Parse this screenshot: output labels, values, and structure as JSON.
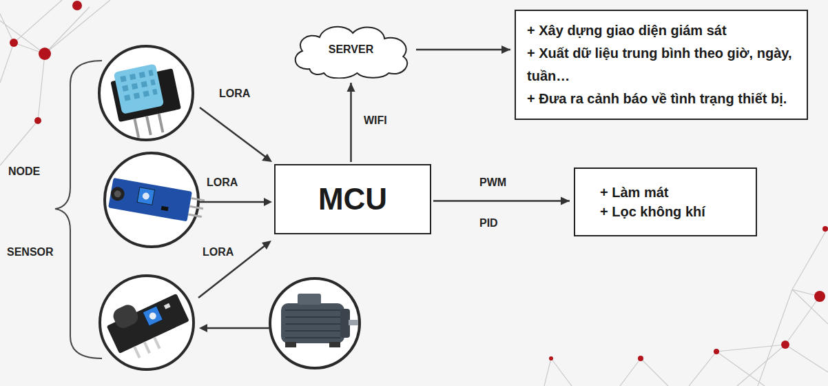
{
  "diagram": {
    "nodes": [
      {
        "text": [
          "SERVER"
        ]
      },
      {
        "text": [
          "+ Xây dựng giao diện giám sát",
          "+ Xuất dữ liệu trung bình theo giờ, ngày, tuần…",
          "+ Đưa ra cảnh báo về tình trạng thiết bị."
        ]
      },
      {
        "text": [
          "MCU"
        ]
      },
      {
        "text": [
          "+ Làm mát",
          "+ Lọc không khí"
        ]
      }
    ],
    "edges": [
      {
        "from": 2,
        "to": 0,
        "arrow": "to",
        "label": "WIFI"
      },
      {
        "from": 0,
        "to": 1,
        "arrow": "to"
      },
      {
        "from": 2,
        "to": 3,
        "arrow": "to",
        "label": "PWM"
      }
    ],
    "labels": [
      "NODE",
      "SENSOR",
      "LORA",
      "LORA",
      "LORA",
      "PID"
    ]
  }
}
